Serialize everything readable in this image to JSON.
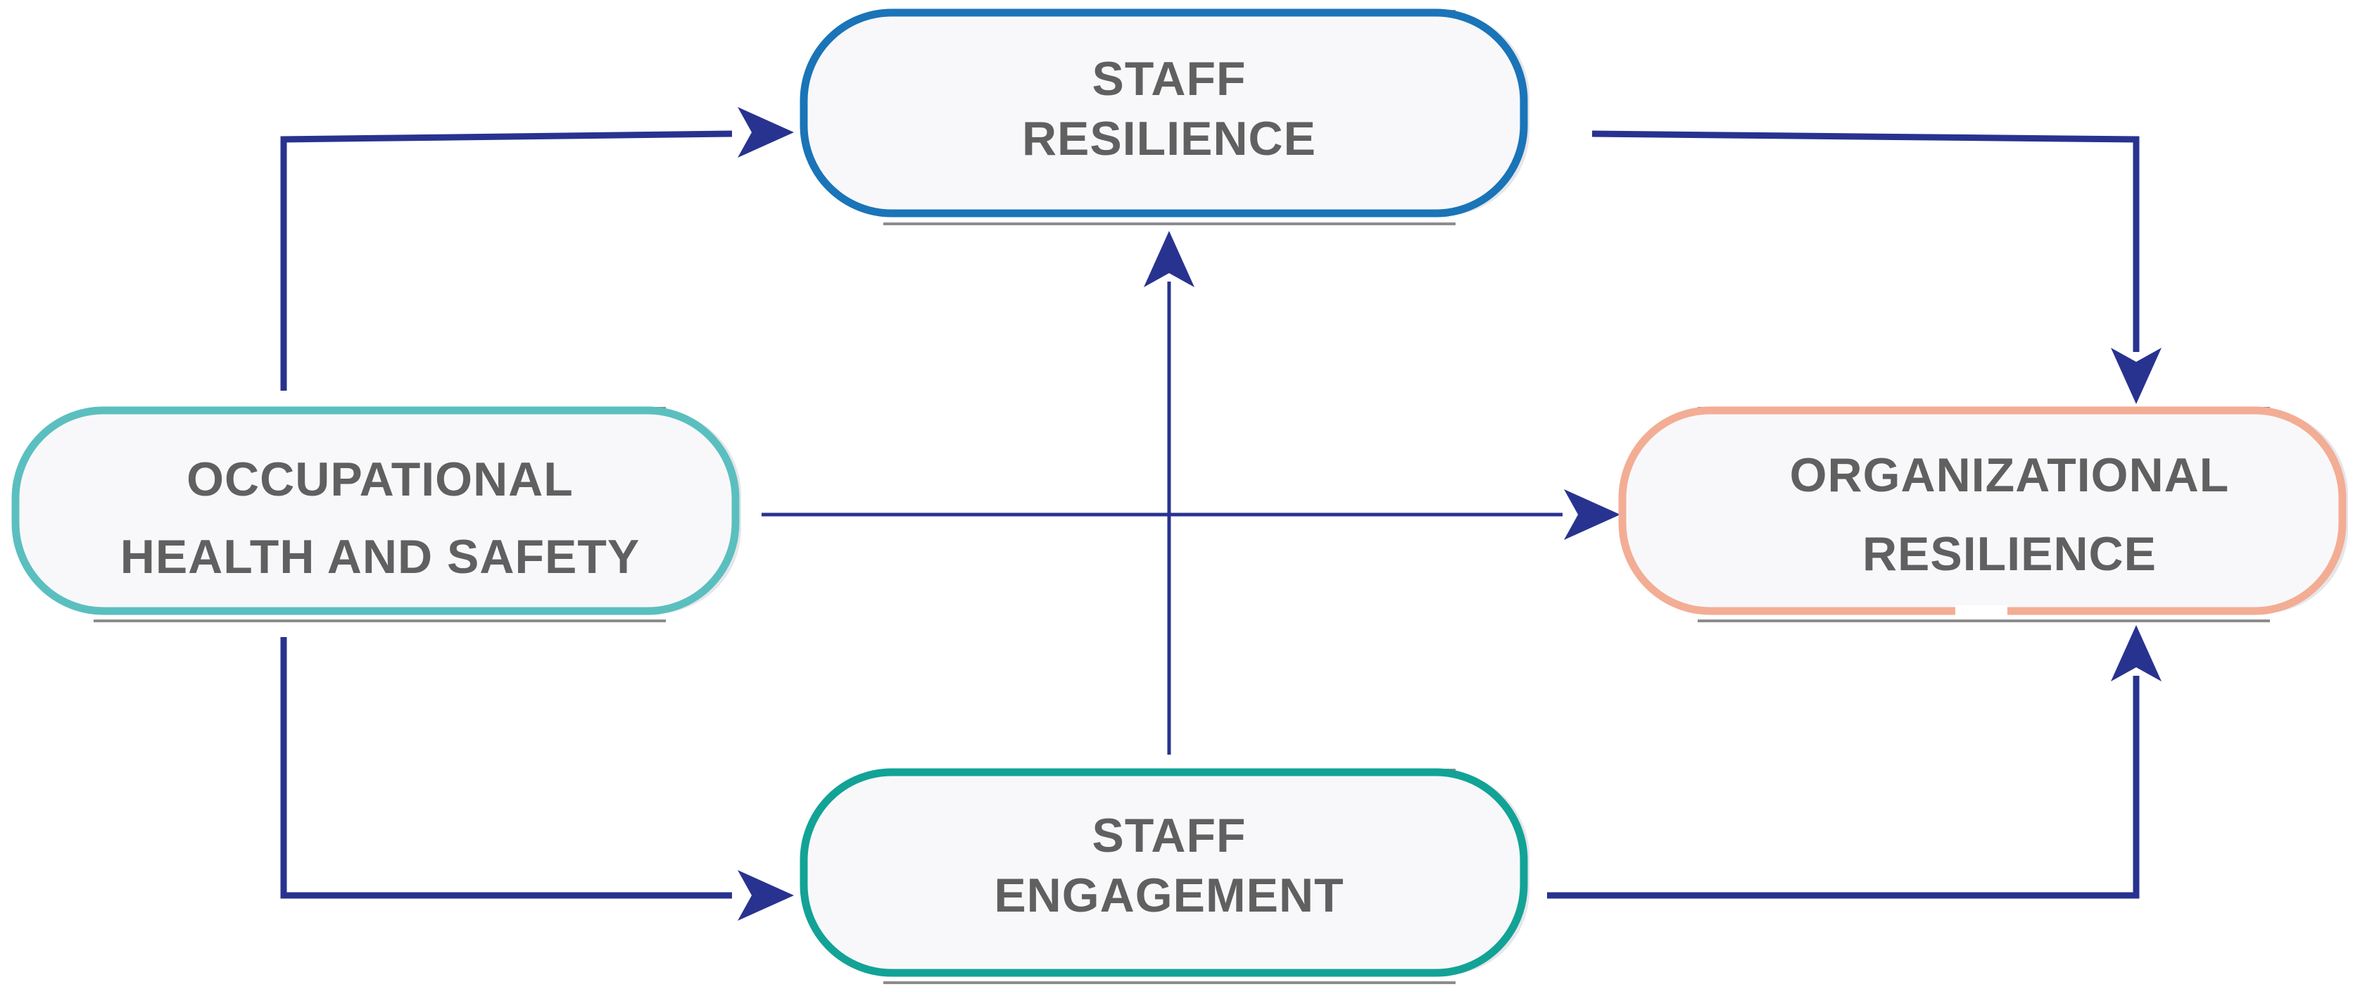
{
  "nodes": {
    "staff_resilience": {
      "lines": [
        "STAFF",
        "RESILIENCE"
      ],
      "color": "#1a74b8"
    },
    "ohs": {
      "lines": [
        "OCCUPATIONAL",
        "HEALTH AND SAFETY"
      ],
      "color": "#5bbfbf"
    },
    "organizational_resilience": {
      "lines": [
        "ORGANIZATIONAL",
        "RESILIENCE"
      ],
      "color": "#f3ad94"
    },
    "staff_engagement": {
      "lines": [
        "STAFF",
        "ENGAGEMENT"
      ],
      "color": "#12a396"
    }
  },
  "colors": {
    "arrow": "#28338f",
    "box_fill": "#f8f8fa",
    "box_shadow": "#e6e6ea",
    "rail": "#8c8c8c",
    "text": "#606060"
  }
}
